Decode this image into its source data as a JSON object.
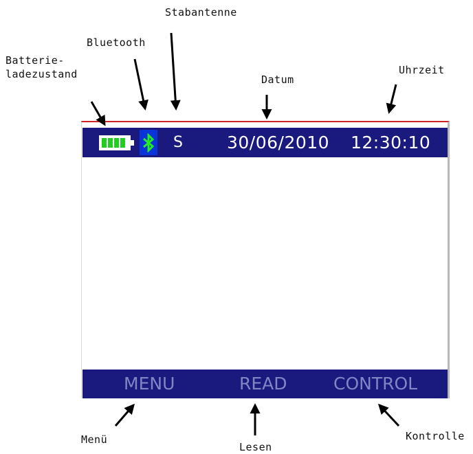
{
  "annotations": {
    "battery_line1": "Batterie-",
    "battery_line2": "ladezustand",
    "bluetooth": "Bluetooth",
    "rod_antenna": "Stabantenne",
    "date": "Datum",
    "time": "Uhrzeit",
    "menu": "Menü",
    "read": "Lesen",
    "control": "Kontrolle"
  },
  "statusbar": {
    "battery_level": 1.0,
    "bluetooth_icon": "bluetooth-icon",
    "antenna_indicator": "S",
    "date": "30/06/2010",
    "time": "12:30:10"
  },
  "softkeys": {
    "menu": "MENU",
    "read": "READ",
    "control": "CONTROL"
  },
  "colors": {
    "bar_background": "#1a1a7e",
    "bluetooth_box": "#0a34d8",
    "bluetooth_glyph": "#22ee22",
    "battery_fill": "#22cc22",
    "softkey_text": "#7f86c4",
    "top_rule": "#cc2222"
  }
}
